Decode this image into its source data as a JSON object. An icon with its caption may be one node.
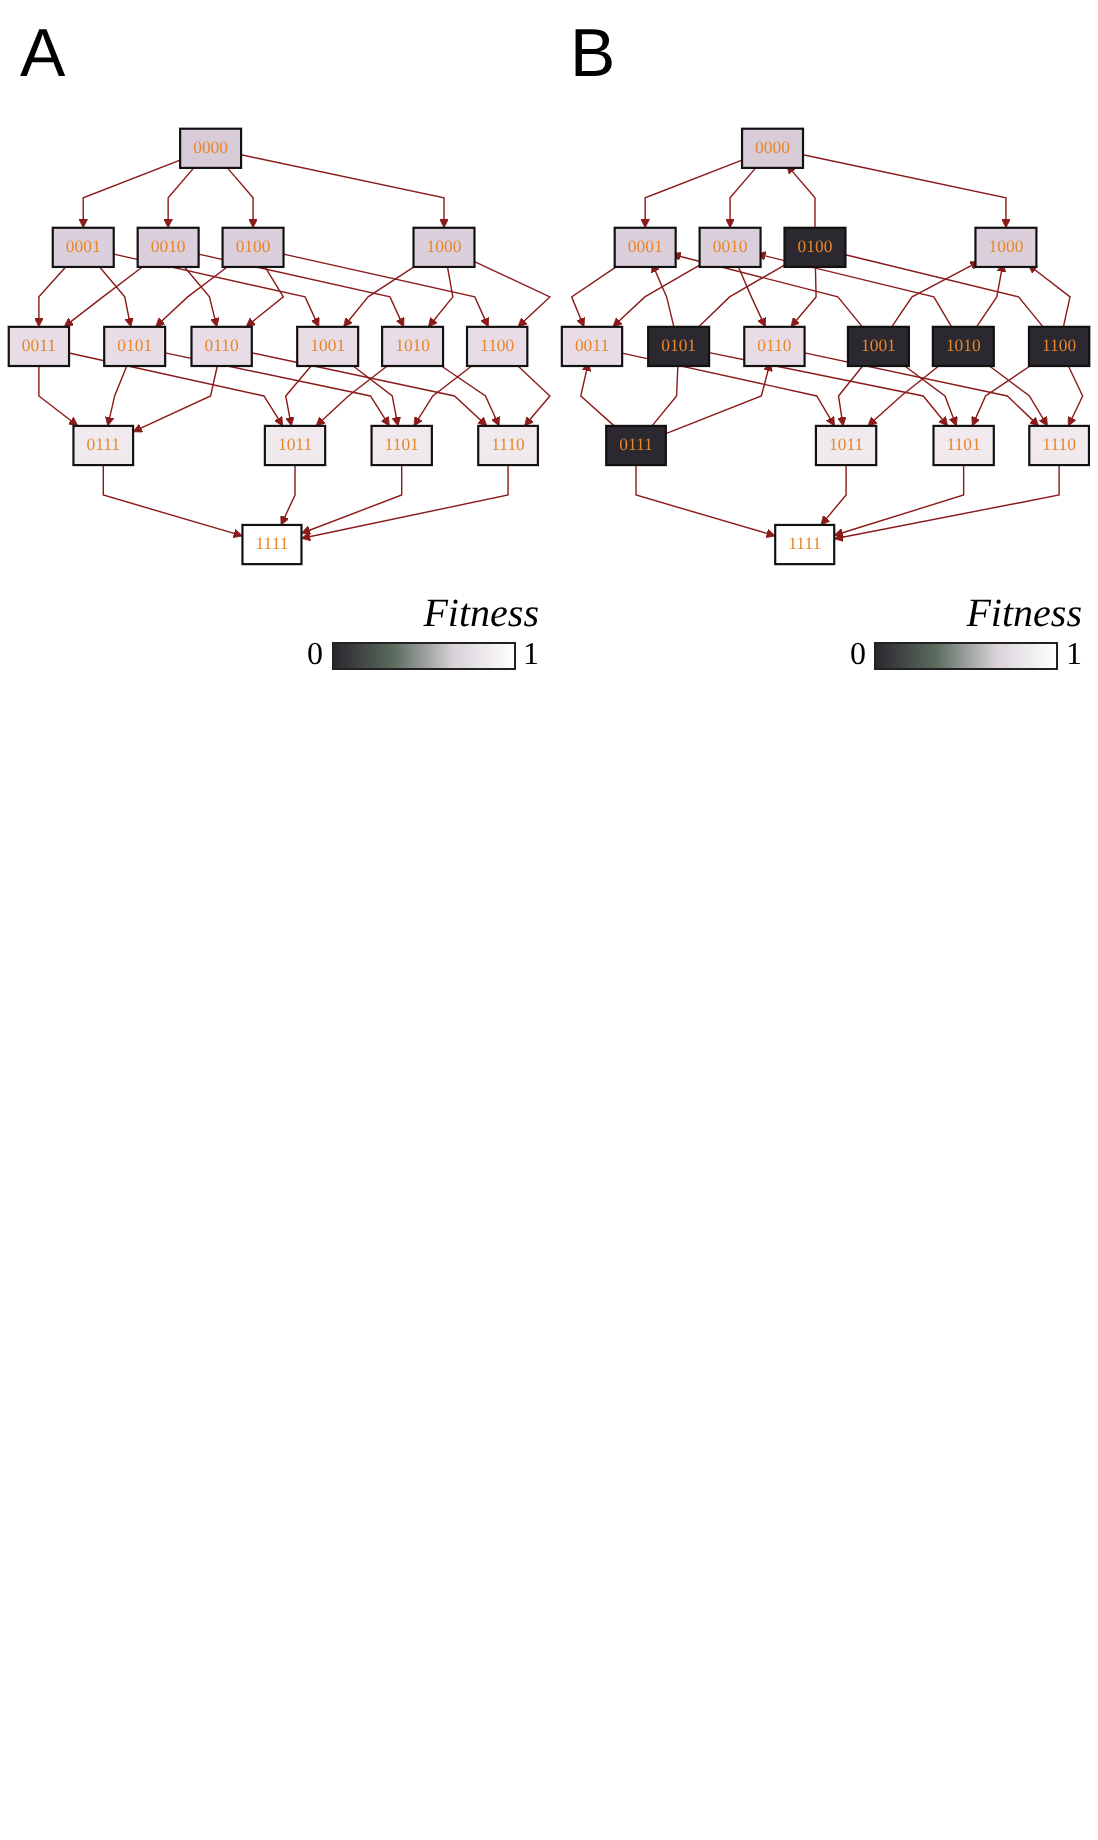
{
  "diagram": {
    "nodes": [
      {
        "text": [
          "0000"
        ]
      },
      {
        "text": [
          "0001"
        ]
      },
      {
        "text": [
          "0010"
        ]
      },
      {
        "text": [
          "0100"
        ]
      },
      {
        "text": [
          "1000"
        ]
      },
      {
        "text": [
          "0011"
        ]
      },
      {
        "text": [
          "0101"
        ]
      },
      {
        "text": [
          "0110"
        ]
      },
      {
        "text": [
          "1001"
        ]
      },
      {
        "text": [
          "1010"
        ]
      },
      {
        "text": [
          "1100"
        ]
      },
      {
        "text": [
          "0111"
        ]
      },
      {
        "text": [
          "1011"
        ]
      },
      {
        "text": [
          "1101"
        ]
      },
      {
        "text": [
          "1110"
        ]
      },
      {
        "text": [
          "1111"
        ]
      },
      {
        "text": [
          "0000"
        ]
      },
      {
        "text": [
          "0001"
        ]
      },
      {
        "text": [
          "0010"
        ]
      },
      {
        "text": [
          "0100"
        ]
      },
      {
        "text": [
          "1000"
        ]
      },
      {
        "text": [
          "0011"
        ]
      },
      {
        "text": [
          "0101"
        ]
      },
      {
        "text": [
          "0110"
        ]
      },
      {
        "text": [
          "1001"
        ]
      },
      {
        "text": [
          "1010"
        ]
      },
      {
        "text": [
          "1100"
        ]
      },
      {
        "text": [
          "0111"
        ]
      },
      {
        "text": [
          "1011"
        ]
      },
      {
        "text": [
          "1101"
        ]
      },
      {
        "text": [
          "1110"
        ]
      },
      {
        "text": [
          "1111"
        ]
      }
    ],
    "edges": [
      {
        "from": 0,
        "to": 1,
        "arrow": "to"
      },
      {
        "from": 0,
        "to": 2,
        "arrow": "to"
      },
      {
        "from": 0,
        "to": 3,
        "arrow": "to"
      },
      {
        "from": 0,
        "to": 4,
        "arrow": "to"
      },
      {
        "from": 1,
        "to": 5,
        "arrow": "to"
      },
      {
        "from": 1,
        "to": 6,
        "arrow": "to"
      },
      {
        "from": 1,
        "to": 8,
        "arrow": "to"
      },
      {
        "from": 2,
        "to": 5,
        "arrow": "to"
      },
      {
        "from": 2,
        "to": 7,
        "arrow": "to"
      },
      {
        "from": 2,
        "to": 9,
        "arrow": "to"
      },
      {
        "from": 3,
        "to": 6,
        "arrow": "to"
      },
      {
        "from": 3,
        "to": 7,
        "arrow": "to"
      },
      {
        "from": 3,
        "to": 10,
        "arrow": "to"
      },
      {
        "from": 4,
        "to": 8,
        "arrow": "to"
      },
      {
        "from": 4,
        "to": 9,
        "arrow": "to"
      },
      {
        "from": 4,
        "to": 10,
        "arrow": "to"
      },
      {
        "from": 5,
        "to": 11,
        "arrow": "to"
      },
      {
        "from": 5,
        "to": 12,
        "arrow": "to"
      },
      {
        "from": 6,
        "to": 11,
        "arrow": "to"
      },
      {
        "from": 6,
        "to": 13,
        "arrow": "to"
      },
      {
        "from": 7,
        "to": 11,
        "arrow": "to"
      },
      {
        "from": 7,
        "to": 14,
        "arrow": "to"
      },
      {
        "from": 8,
        "to": 12,
        "arrow": "to"
      },
      {
        "from": 8,
        "to": 13,
        "arrow": "to"
      },
      {
        "from": 9,
        "to": 12,
        "arrow": "to"
      },
      {
        "from": 9,
        "to": 14,
        "arrow": "to"
      },
      {
        "from": 10,
        "to": 13,
        "arrow": "to"
      },
      {
        "from": 10,
        "to": 14,
        "arrow": "to"
      },
      {
        "from": 11,
        "to": 15,
        "arrow": "to"
      },
      {
        "from": 12,
        "to": 15,
        "arrow": "to"
      },
      {
        "from": 13,
        "to": 15,
        "arrow": "to"
      },
      {
        "from": 14,
        "to": 15,
        "arrow": "to"
      },
      {
        "from": 16,
        "to": 17,
        "arrow": "to"
      },
      {
        "from": 16,
        "to": 18,
        "arrow": "to"
      },
      {
        "from": 19,
        "to": 16,
        "arrow": "to"
      },
      {
        "from": 16,
        "to": 20,
        "arrow": "to"
      },
      {
        "from": 17,
        "to": 21,
        "arrow": "to"
      },
      {
        "from": 22,
        "to": 17,
        "arrow": "to"
      },
      {
        "from": 24,
        "to": 17,
        "arrow": "to"
      },
      {
        "from": 18,
        "to": 21,
        "arrow": "to"
      },
      {
        "from": 18,
        "to": 23,
        "arrow": "to"
      },
      {
        "from": 25,
        "to": 18,
        "arrow": "to"
      },
      {
        "from": 19,
        "to": 22,
        "arrow": "none"
      },
      {
        "from": 19,
        "to": 23,
        "arrow": "to"
      },
      {
        "from": 19,
        "to": 26,
        "arrow": "none"
      },
      {
        "from": 24,
        "to": 20,
        "arrow": "to"
      },
      {
        "from": 25,
        "to": 20,
        "arrow": "to"
      },
      {
        "from": 26,
        "to": 20,
        "arrow": "to"
      },
      {
        "from": 27,
        "to": 21,
        "arrow": "to"
      },
      {
        "from": 21,
        "to": 28,
        "arrow": "to"
      },
      {
        "from": 22,
        "to": 27,
        "arrow": "none"
      },
      {
        "from": 22,
        "to": 29,
        "arrow": "to"
      },
      {
        "from": 27,
        "to": 23,
        "arrow": "to"
      },
      {
        "from": 23,
        "to": 30,
        "arrow": "to"
      },
      {
        "from": 24,
        "to": 28,
        "arrow": "to"
      },
      {
        "from": 24,
        "to": 29,
        "arrow": "to"
      },
      {
        "from": 25,
        "to": 28,
        "arrow": "to"
      },
      {
        "from": 25,
        "to": 30,
        "arrow": "to"
      },
      {
        "from": 26,
        "to": 29,
        "arrow": "to"
      },
      {
        "from": 26,
        "to": 30,
        "arrow": "to"
      },
      {
        "from": 27,
        "to": 31,
        "arrow": "to"
      },
      {
        "from": 28,
        "to": 31,
        "arrow": "to"
      },
      {
        "from": 29,
        "to": 31,
        "arrow": "to"
      },
      {
        "from": 30,
        "to": 31,
        "arrow": "to"
      }
    ],
    "labels": [
      "A",
      "Fitness",
      "0",
      "1",
      "B",
      "Fitness",
      "0",
      "1"
    ]
  }
}
